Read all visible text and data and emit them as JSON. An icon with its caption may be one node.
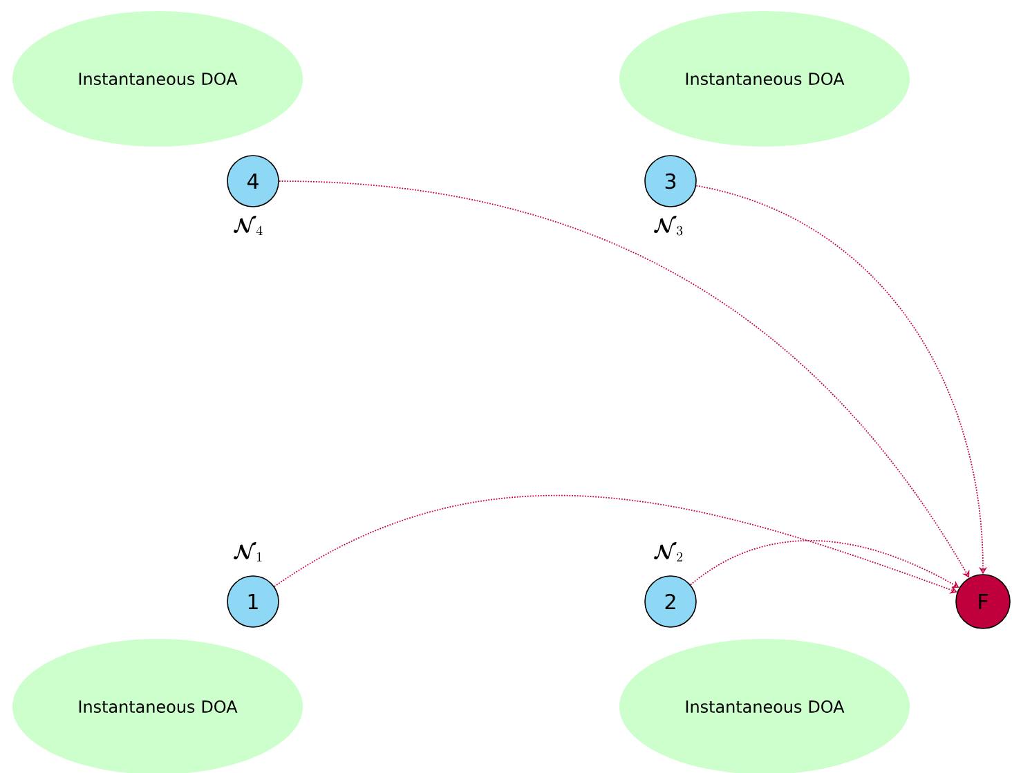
{
  "diagram": {
    "nodes": [
      {
        "text": [
          "Instantaneous DOA"
        ]
      },
      {
        "text": [
          "Instantaneous DOA"
        ]
      },
      {
        "text": [
          "4"
        ],
        "beside": [
          "\\boldsymbol{\\mathcal{N}}_4"
        ]
      },
      {
        "text": [
          "3"
        ],
        "beside": [
          "\\boldsymbol{\\mathcal{N}}_3"
        ]
      },
      {
        "text": [
          "1"
        ],
        "beside": [
          "\\boldsymbol{\\mathcal{N}}_1"
        ]
      },
      {
        "text": [
          "2"
        ],
        "beside": [
          "\\boldsymbol{\\mathcal{N}}_2"
        ]
      },
      {
        "text": [
          "F"
        ]
      },
      {
        "text": [
          "Instantaneous DOA"
        ]
      },
      {
        "text": [
          "Instantaneous DOA"
        ]
      }
    ],
    "edges": [
      {
        "from": 2,
        "to": 6,
        "arrow": "to"
      },
      {
        "from": 3,
        "to": 6,
        "arrow": "to"
      },
      {
        "from": 4,
        "to": 6,
        "arrow": "to"
      },
      {
        "from": 5,
        "to": 6,
        "arrow": "to"
      }
    ]
  }
}
